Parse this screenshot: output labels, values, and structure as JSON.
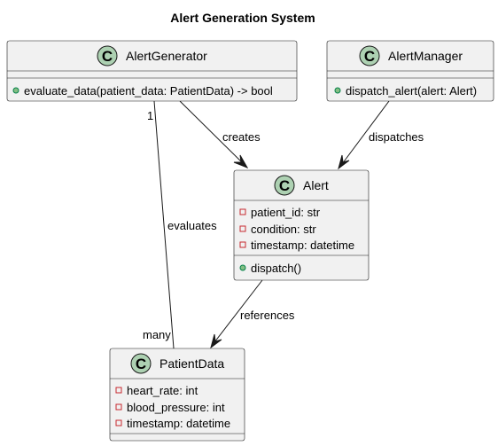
{
  "title": "Alert Generation System",
  "classes": {
    "alert_generator": {
      "badge": "C",
      "name": "AlertGenerator",
      "fields": [],
      "methods": [
        "evaluate_data(patient_data: PatientData) -> bool"
      ]
    },
    "alert_manager": {
      "badge": "C",
      "name": "AlertManager",
      "fields": [],
      "methods": [
        "dispatch_alert(alert: Alert)"
      ]
    },
    "alert": {
      "badge": "C",
      "name": "Alert",
      "fields": [
        "patient_id: str",
        "condition: str",
        "timestamp: datetime"
      ],
      "methods": [
        "dispatch()"
      ]
    },
    "patient_data": {
      "badge": "C",
      "name": "PatientData",
      "fields": [
        "heart_rate: int",
        "blood_pressure: int",
        "timestamp: datetime"
      ],
      "methods": []
    }
  },
  "relations": {
    "creates": {
      "label": "creates"
    },
    "dispatches": {
      "label": "dispatches"
    },
    "evaluates": {
      "label": "evaluates",
      "source_multiplicity": "1",
      "target_multiplicity": "many"
    },
    "references": {
      "label": "references"
    }
  },
  "colors": {
    "class_fill": "#f1f1f1",
    "border": "#181818",
    "badge_fill": "#add1b2",
    "private_marker": "#c82930",
    "public_marker": "#84be84"
  }
}
